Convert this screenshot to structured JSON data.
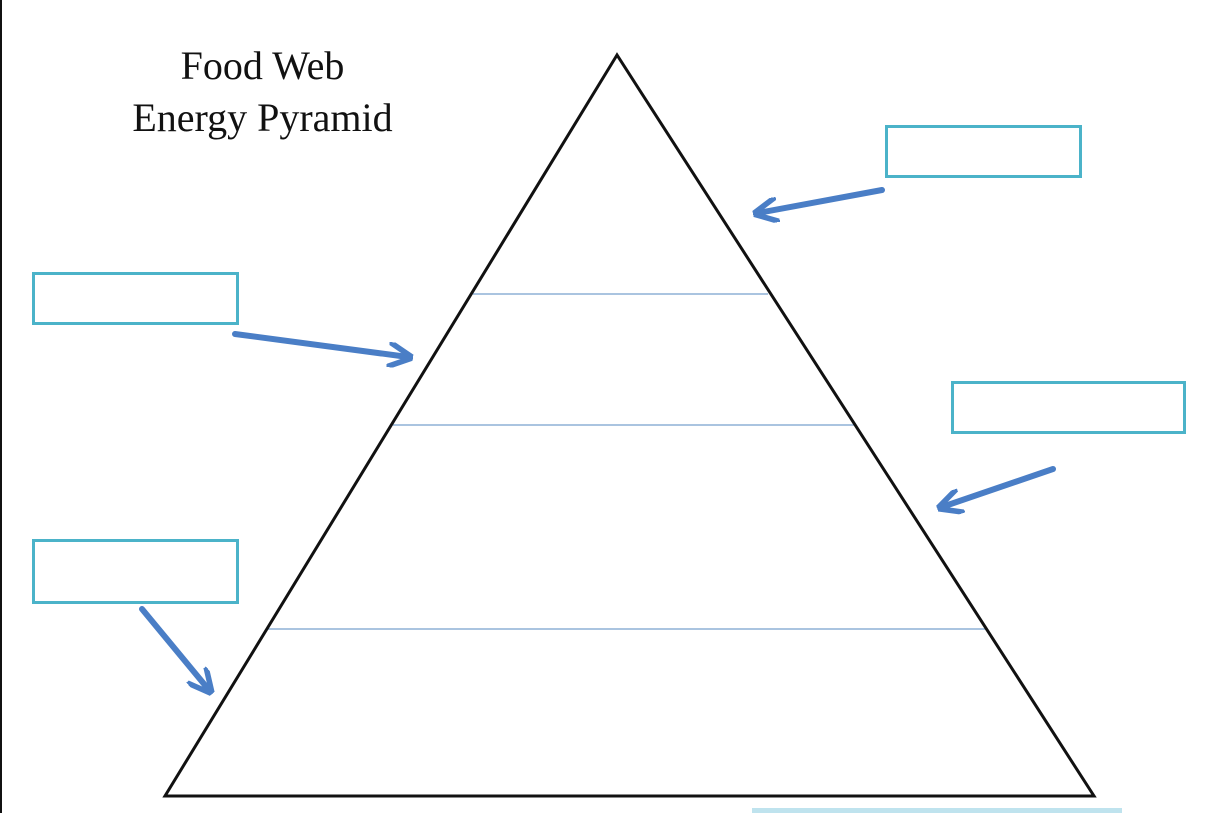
{
  "title": {
    "line1": "Food Web",
    "line2": "Energy Pyramid"
  },
  "label_boxes": [
    {
      "id": "top-right",
      "value": ""
    },
    {
      "id": "upper-left",
      "value": ""
    },
    {
      "id": "middle-right",
      "value": ""
    },
    {
      "id": "lower-left",
      "value": ""
    }
  ],
  "pyramid": {
    "levels": 4
  },
  "colors": {
    "box_border": "#4bb3c9",
    "arrow": "#4a7ec6",
    "divider": "#8eb0d6",
    "outline": "#111111"
  }
}
